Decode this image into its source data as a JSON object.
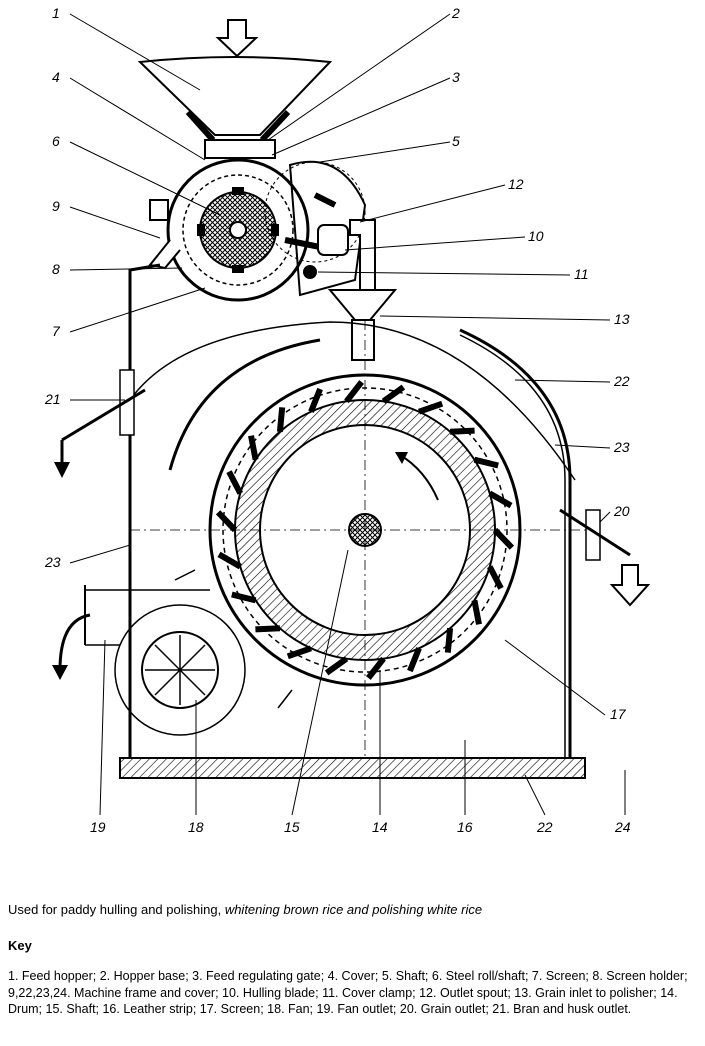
{
  "labels": {
    "l1": "1",
    "l2": "2",
    "l3": "3",
    "l4": "4",
    "l5": "5",
    "l6": "6",
    "l7": "7",
    "l8": "8",
    "l9": "9",
    "l10": "10",
    "l11": "11",
    "l12": "12",
    "l13": "13",
    "l14": "14",
    "l15": "15",
    "l16": "16",
    "l17": "17",
    "l18": "18",
    "l19": "19",
    "l20": "20",
    "l21": "21",
    "l22a": "22",
    "l22b": "22",
    "l23a": "23",
    "l23b": "23",
    "l24": "24"
  },
  "caption": {
    "part1": "Used for paddy hulling and polishing, ",
    "part2": "whitening brown rice and polishing white rice"
  },
  "key": {
    "title": "Key",
    "text": "1. Feed hopper; 2. Hopper base; 3. Feed regulating gate; 4. Cover; 5. Shaft; 6. Steel roll/shaft; 7. Screen; 8. Screen holder; 9,22,23,24. Machine frame and cover; 10. Hulling blade; 11. Cover clamp; 12. Outlet spout; 13. Grain inlet to polisher; 14. Drum; 15. Shaft; 16. Leather strip; 17. Screen; 18. Fan; 19. Fan outlet; 20. Grain outlet; 21. Bran and husk outlet."
  }
}
